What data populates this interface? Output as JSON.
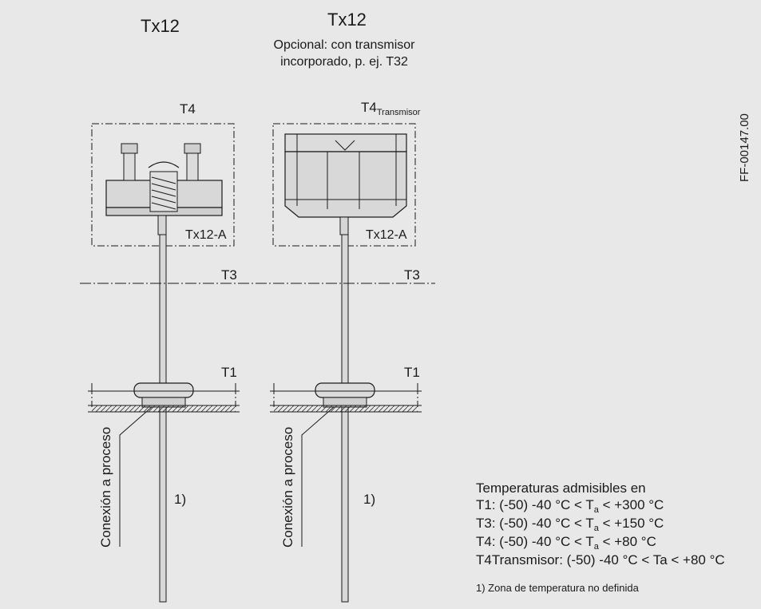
{
  "left": {
    "title": "Tx12",
    "zone_t4": "T4",
    "model": "Tx12-A",
    "zone_t3": "T3",
    "zone_t1": "T1",
    "process_connection": "Conexión a proceso",
    "footnote_mark": "1)"
  },
  "right": {
    "title": "Tx12",
    "subtitle_line1": "Opcional: con transmisor",
    "subtitle_line2": "incorporado, p. ej. T32",
    "zone_t4_main": "T4",
    "zone_t4_sub": "Transmisor",
    "model": "Tx12-A",
    "zone_t3": "T3",
    "zone_t1": "T1",
    "process_connection": "Conexión a proceso",
    "footnote_mark": "1)"
  },
  "figure_id": "FF-00147.00",
  "temps": {
    "heading": "Temperaturas admisibles en",
    "rows": [
      {
        "prefix": "T1: (-50) -40 °C < T",
        "sub": "a",
        "suffix": " < +300 °C"
      },
      {
        "prefix": "T3: (-50) -40 °C < T",
        "sub": "a",
        "suffix": " < +150 °C"
      },
      {
        "prefix": "T4: (-50) -40 °C < T",
        "sub": "a",
        "suffix": " < +80 °C"
      }
    ],
    "row_transmitter": "T4Transmisor: (-50) -40 °C < Ta < +80 °C",
    "footnote": "1) Zona de temperatura no definida"
  }
}
